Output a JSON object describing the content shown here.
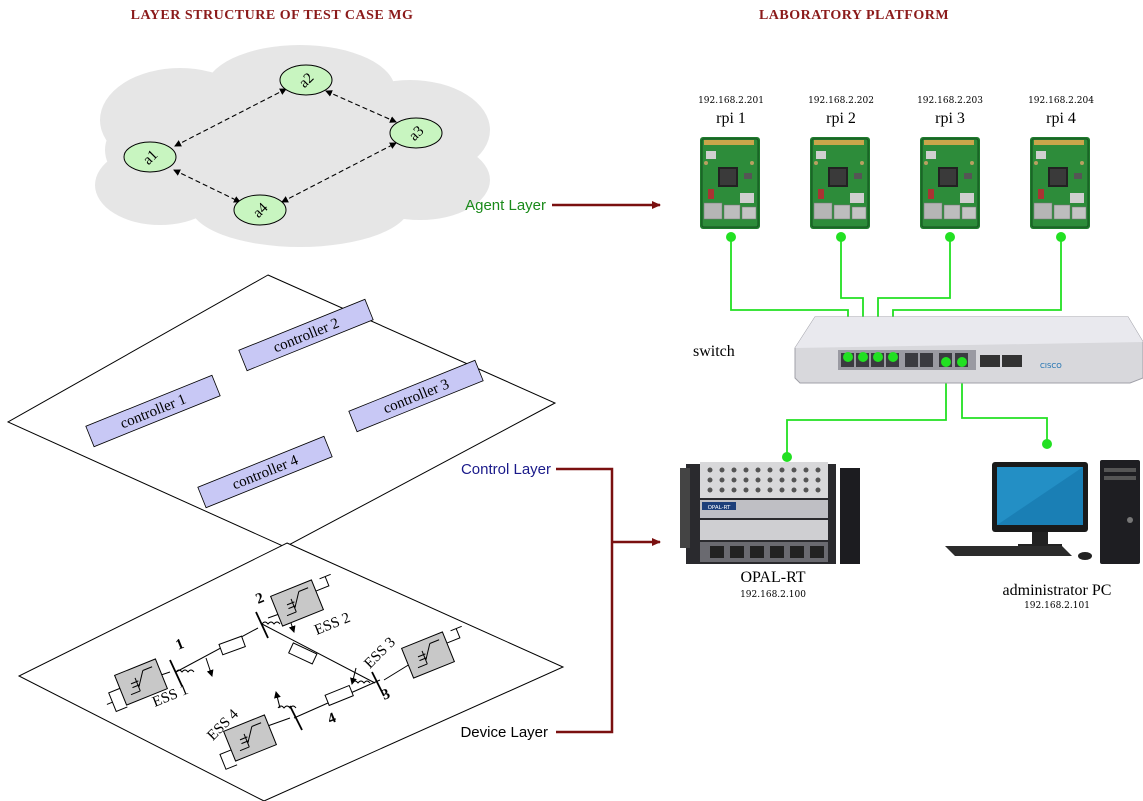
{
  "titles": {
    "left": "LAYER STRUCTURE OF TEST CASE MG",
    "right": "LABORATORY PLATFORM"
  },
  "colors": {
    "title": "#8b1a1a",
    "agent_label": "#1a8a1a",
    "control_label": "#1a1a8a",
    "arrow": "#7a1010",
    "net_wire": "#22e022",
    "agent_node_fill": "#c8f5c0",
    "controller_fill": "#c8c8f5",
    "cloud_fill": "#e8e8e8"
  },
  "agents": {
    "nodes": [
      "a1",
      "a2",
      "a3",
      "a4"
    ]
  },
  "controllers": [
    "controller 1",
    "controller 2",
    "controller 3",
    "controller 4"
  ],
  "device_layer": {
    "ess": [
      "ESS 1",
      "ESS 2",
      "ESS 3",
      "ESS 4"
    ],
    "buses": [
      "1",
      "2",
      "3",
      "4"
    ]
  },
  "layer_labels": {
    "agent": "Agent Layer",
    "control": "Control Layer",
    "device": "Device Layer"
  },
  "rpis": [
    {
      "name": "rpi 1",
      "ip": "192.168.2.201"
    },
    {
      "name": "rpi 2",
      "ip": "192.168.2.202"
    },
    {
      "name": "rpi 3",
      "ip": "192.168.2.203"
    },
    {
      "name": "rpi 4",
      "ip": "192.168.2.204"
    }
  ],
  "switch": {
    "label": "switch",
    "brand": "CISCO"
  },
  "opal": {
    "label": "OPAL-RT",
    "ip": "192.168.2.100",
    "badge": "OPAL-RT"
  },
  "admin": {
    "label": "administrator PC",
    "ip": "192.168.2.101"
  }
}
